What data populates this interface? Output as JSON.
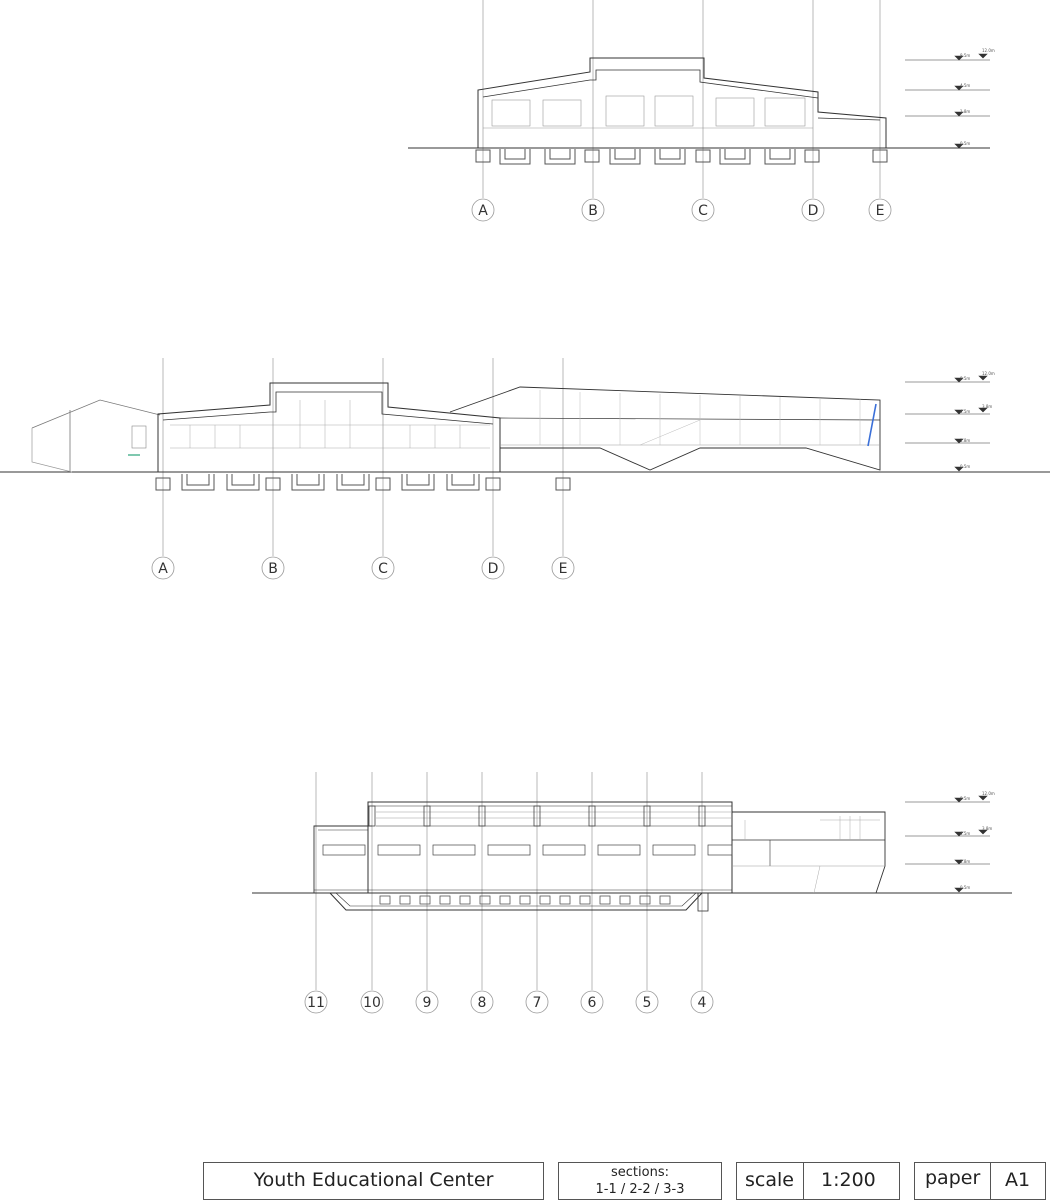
{
  "sections": [
    {
      "id": "section-1-1",
      "grid_labels": [
        "A",
        "B",
        "C",
        "D",
        "E"
      ],
      "level_labels": [
        "12.0m",
        "8.5m",
        "4.5m",
        "1.8m",
        "0.5m"
      ]
    },
    {
      "id": "section-2-2",
      "grid_labels": [
        "A",
        "B",
        "C",
        "D",
        "E"
      ],
      "level_labels": [
        "12.0m",
        "8.5m",
        "3.8m",
        "4.5m",
        "1.8m",
        "0.5m"
      ]
    },
    {
      "id": "section-3-3",
      "grid_labels": [
        "11",
        "10",
        "9",
        "8",
        "7",
        "6",
        "5",
        "4"
      ],
      "level_labels": [
        "12.0m",
        "8.5m",
        "3.8m",
        "4.5m",
        "1.8m",
        "0.5m"
      ]
    }
  ],
  "titleblock": {
    "project": "Youth Educational Center",
    "sections_label": "sections:",
    "sections_value": "1-1 / 2-2 / 3-3",
    "scale_label": "scale",
    "scale_value": "1:200",
    "paper_label": "paper",
    "paper_value": "A1"
  },
  "colors": {
    "line": "#333333",
    "grid": "#9a9a9a",
    "accent": "#3a6fd8",
    "fill": "#666666"
  }
}
